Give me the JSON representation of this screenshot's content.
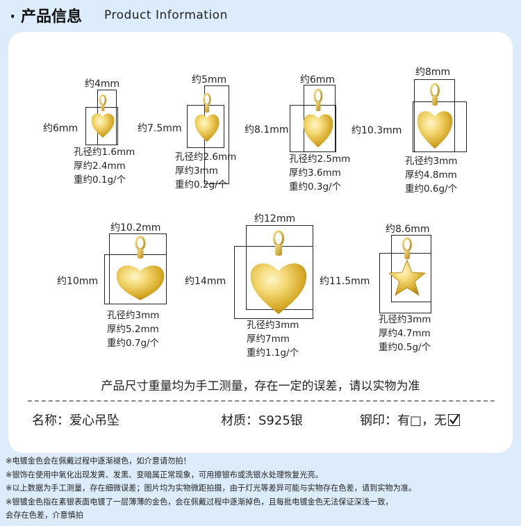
{
  "header": {
    "title": "· 产品信息",
    "subtitle": "Product Information"
  },
  "items": [
    {
      "width": "约4mm",
      "height": "约6mm",
      "specs": [
        "孔径约1.6mm",
        "厚约2.4mm",
        "重约0.1g/个"
      ],
      "shape": "heart"
    },
    {
      "width": "约5mm",
      "height": "约7.5mm",
      "specs": [
        "孔径约2.6mm",
        "厚约3mm",
        "重约0.2g/个"
      ],
      "shape": "heart"
    },
    {
      "width": "约6mm",
      "height": "约8.1mm",
      "specs": [
        "孔径约2.5mm",
        "厚约3.6mm",
        "重约0.3g/个"
      ],
      "shape": "heart"
    },
    {
      "width": "约8mm",
      "height": "约10.3mm",
      "specs": [
        "孔径约3mm",
        "厚约4.8mm",
        "重约0.6g/个"
      ],
      "shape": "heart"
    },
    {
      "width": "约10.2mm",
      "height": "约10mm",
      "specs": [
        "孔径约3mm",
        "厚约5.2mm",
        "重约0.7g/个"
      ],
      "shape": "heart"
    },
    {
      "width": "约12mm",
      "height": "约14mm",
      "specs": [
        "孔径约3mm",
        "厚约7mm",
        "重约1.1g/个"
      ],
      "shape": "heart"
    },
    {
      "width": "约8.6mm",
      "height": "约11.5mm",
      "specs": [
        "孔径约3mm",
        "厚约4.7mm",
        "重约0.5g/个"
      ],
      "shape": "star"
    }
  ],
  "note": "产品尺寸重量均为手工测量，存在一定的误差，请以实物为准",
  "attributes": {
    "name": "名称：爱心吊坠",
    "material": "材质：S925银",
    "stamp_label": "钢印：有□，无",
    "stamp_checked": "无"
  },
  "footer": [
    "※电镀金色会在佩戴过程中逐渐褪色，如介意请勿拍！",
    "※银饰在使用中氧化出现发黄、发黑、变暗属正常现象，可用擦银布或洗银水处理恢复光亮。",
    "※以上数据为手工测量，存在细微误差；图片均为实物微距拍摄，由于灯光等差异可能与实物存在色差，请到实物为准。",
    "※银镀金色指在素银表面电镀了一层薄薄的金色，会在佩戴过程中逐渐掉色，且每批电镀金色无法保证深浅一致，",
    "会存在色差，介意慎拍"
  ]
}
